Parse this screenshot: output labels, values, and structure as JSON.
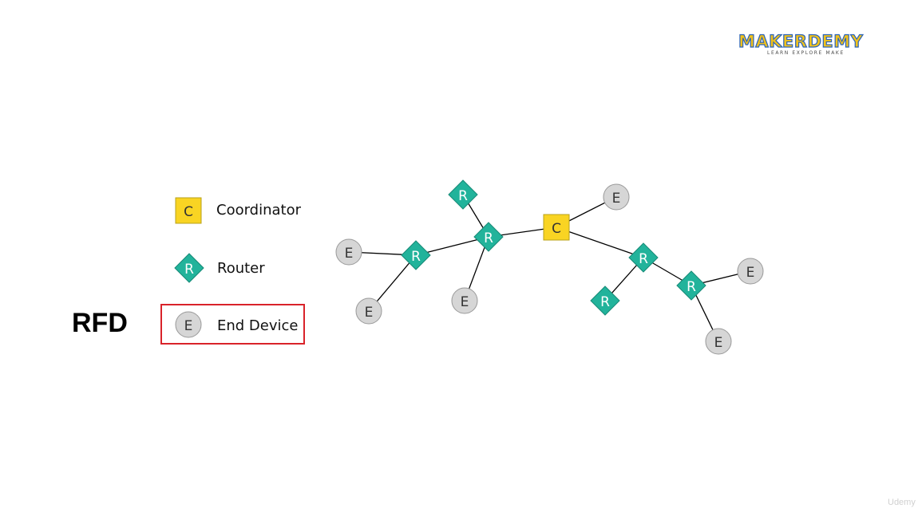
{
  "logo": {
    "name": "MAKERDEMY",
    "tagline": "LEARN EXPLORE MAKE"
  },
  "slide_title": "RFD",
  "legend": [
    {
      "symbol": "C",
      "label": "Coordinator",
      "shape": "square",
      "color": "#f9d423"
    },
    {
      "symbol": "R",
      "label": "Router",
      "shape": "diamond",
      "color": "#22b39b"
    },
    {
      "symbol": "E",
      "label": "End Device",
      "shape": "circle",
      "color": "#d6d6d6",
      "highlighted": true
    }
  ],
  "colors": {
    "coordinator": "#f9d423",
    "router": "#22b39b",
    "end_device": "#d6d6d6",
    "highlight_border": "#d9232a",
    "edge": "#000000"
  },
  "network": {
    "nodes": [
      {
        "id": "c",
        "label": "C",
        "type": "coordinator"
      },
      {
        "id": "r1",
        "label": "R",
        "type": "router"
      },
      {
        "id": "r2",
        "label": "R",
        "type": "router"
      },
      {
        "id": "r3",
        "label": "R",
        "type": "router"
      },
      {
        "id": "r4",
        "label": "R",
        "type": "router"
      },
      {
        "id": "r5",
        "label": "R",
        "type": "router"
      },
      {
        "id": "r6",
        "label": "R",
        "type": "router"
      },
      {
        "id": "e1",
        "label": "E",
        "type": "end_device"
      },
      {
        "id": "e2",
        "label": "E",
        "type": "end_device"
      },
      {
        "id": "e3",
        "label": "E",
        "type": "end_device"
      },
      {
        "id": "e4",
        "label": "E",
        "type": "end_device"
      },
      {
        "id": "e5",
        "label": "E",
        "type": "end_device"
      },
      {
        "id": "e6",
        "label": "E",
        "type": "end_device"
      }
    ],
    "edges": [
      [
        "c",
        "r1"
      ],
      [
        "c",
        "e1"
      ],
      [
        "c",
        "r4"
      ],
      [
        "r1",
        "r2"
      ],
      [
        "r1",
        "r3"
      ],
      [
        "r1",
        "e2"
      ],
      [
        "r3",
        "e3"
      ],
      [
        "r3",
        "e4"
      ],
      [
        "r4",
        "r5"
      ],
      [
        "r4",
        "r6"
      ],
      [
        "r6",
        "e5"
      ],
      [
        "r6",
        "e6"
      ]
    ]
  },
  "watermark": "Udemy"
}
